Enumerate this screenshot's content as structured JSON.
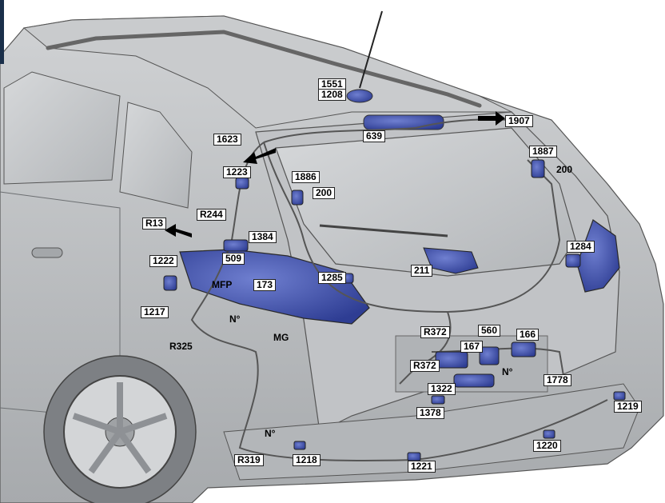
{
  "labels": {
    "l1551": "1551",
    "l1208": "1208",
    "l1907": "1907",
    "l639": "639",
    "l1623": "1623",
    "l1887": "1887",
    "l200a": "200",
    "l1223": "1223",
    "l1886": "1886",
    "l200b": "200",
    "lR244": "R244",
    "lR13": "R13",
    "l1384": "1384",
    "l509": "509",
    "l1222": "1222",
    "lMFP": "MFP",
    "l173": "173",
    "l1285": "1285",
    "l211": "211",
    "l1284": "1284",
    "l1217": "1217",
    "lNo1": "N°",
    "lR325": "R325",
    "lMG": "MG",
    "lR372a": "R372",
    "l560": "560",
    "l166": "166",
    "l167": "167",
    "lR372b": "R372",
    "lNo2": "N°",
    "l1778": "1778",
    "l1322": "1322",
    "l1378": "1378",
    "l1219": "1219",
    "lNo3": "N°",
    "l1220": "1220",
    "lR319": "R319",
    "l1218": "1218",
    "l1221": "1221"
  },
  "colors": {
    "body": "#b9bcbf",
    "body_dark": "#8d9094",
    "glass": "#c4c7ca",
    "component": "#3c4fa8",
    "wire": "#555555",
    "edge_strip": "#1a2f4a"
  },
  "icon_names": [
    "arrow-right-icon",
    "arrow-left-icon"
  ]
}
